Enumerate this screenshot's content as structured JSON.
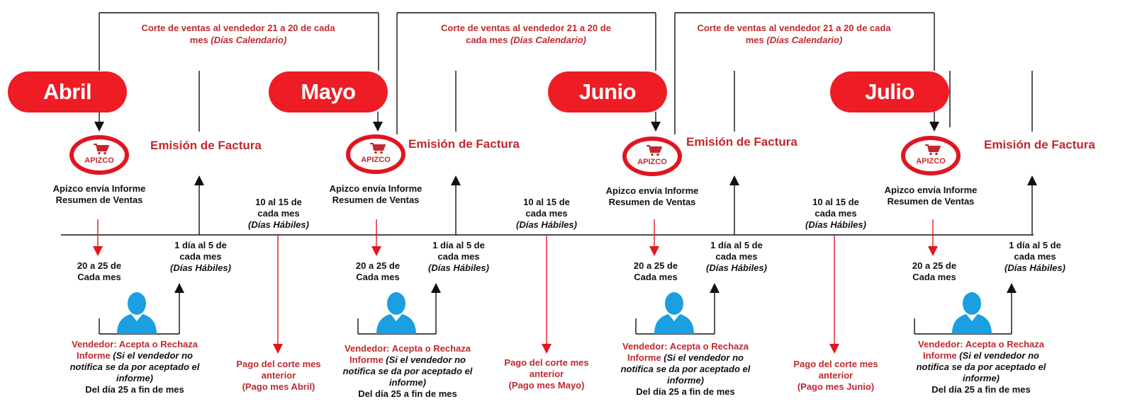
{
  "months": [
    {
      "name": "Abril",
      "corte_line1": "Corte de ventas al vendedor 21 a 20 de cada",
      "corte_line2": "mes",
      "corte_italic": "(Días Calendario)",
      "logo_text": "APIZCO",
      "apizco_line1": "Apizco envía Informe",
      "apizco_line2": "Resumen de Ventas",
      "emision": "Emisión de Factura",
      "dias_2025_line1": "20 a 25 de",
      "dias_2025_line2": "Cada mes",
      "dia1_line1": "1 día  al 5 de",
      "dia1_line2": "cada mes",
      "dia1_italic": "(Días Hábiles)",
      "vend_line1": "Vendedor: Acepta o Rechaza",
      "vend_line2_a": "Informe",
      "vend_line2_b": "(Si el vendedor no",
      "vend_line3": "notifica se da por aceptado el",
      "vend_line4": "informe)",
      "vend_line5": "Del día 25 a fin de mes"
    },
    {
      "name": "Mayo",
      "corte_line1": "Corte de ventas al vendedor 21 a 20 de",
      "corte_line2": "cada mes",
      "corte_italic": "(Días Calendario)",
      "logo_text": "APIZCO",
      "apizco_line1": "Apizco envía Informe",
      "apizco_line2": "Resumen de Ventas",
      "emision": "Emisión de Factura",
      "dias_2025_line1": "20 a 25 de",
      "dias_2025_line2": "Cada mes",
      "dia1_line1": "1 día  al 5 de",
      "dia1_line2": "cada mes",
      "dia1_italic": "(Días Hábiles)",
      "vend_line1": "Vendedor: Acepta o Rechaza",
      "vend_line2_a": "Informe",
      "vend_line2_b": "(Si el vendedor no",
      "vend_line3": "notifica se da por aceptado el",
      "vend_line4": "informe)",
      "vend_line5": "Del día 25 a fin de mes"
    },
    {
      "name": "Junio",
      "corte_line1": "Corte de ventas al vendedor 21 a 20 de cada",
      "corte_line2": "mes",
      "corte_italic": "(Días Calendario)",
      "logo_text": "APIZCO",
      "apizco_line1": "Apizco envía Informe",
      "apizco_line2": "Resumen de Ventas",
      "emision": "Emisión de Factura",
      "dias_2025_line1": "20 a 25 de",
      "dias_2025_line2": "Cada mes",
      "dia1_line1": "1 día  al 5 de",
      "dia1_line2": "cada mes",
      "dia1_italic": "(Días Hábiles)",
      "vend_line1": "Vendedor: Acepta o Rechaza",
      "vend_line2_a": "Informe",
      "vend_line2_b": "(Si el vendedor no",
      "vend_line3": "notifica se da por aceptado el",
      "vend_line4": "informe)",
      "vend_line5": "Del día 25 a fin de mes"
    },
    {
      "name": "Julio",
      "logo_text": "APIZCO",
      "apizco_line1": "Apizco envía Informe",
      "apizco_line2": "Resumen de Ventas",
      "emision": "Emisión de Factura",
      "dias_2025_line1": "20 a 25 de",
      "dias_2025_line2": "Cada mes",
      "dia1_line1": "1 día  al 5 de",
      "dia1_line2": "cada mes",
      "dia1_italic": "(Días Hábiles)",
      "vend_line1": "Vendedor: Acepta o Rechaza",
      "vend_line2_a": "Informe",
      "vend_line2_b": "(Si el vendedor no",
      "vend_line3": "notifica se da por aceptado el",
      "vend_line4": "informe)",
      "vend_line5": "Del día 25 a fin de mes"
    }
  ],
  "payments": [
    {
      "window_line1": "10 al 15 de",
      "window_line2": "cada mes",
      "window_italic": "(Días Hábiles)",
      "pago_line1": "Pago del corte mes",
      "pago_line2": "anterior",
      "pago_line3": "(Pago mes Abril)"
    },
    {
      "window_line1": "10 al 15 de",
      "window_line2": "cada mes",
      "window_italic": "(Días Hábiles)",
      "pago_line1": "Pago del corte mes",
      "pago_line2": "anterior",
      "pago_line3": "(Pago mes Mayo)"
    },
    {
      "window_line1": "10 al 15 de",
      "window_line2": "cada mes",
      "window_italic": "(Días Hábiles)",
      "pago_line1": "Pago del corte mes",
      "pago_line2": "anterior",
      "pago_line3": "(Pago mes Junio)"
    }
  ],
  "colors": {
    "pill_fill": "#ee1c25",
    "text_red": "#c0282e",
    "person_blue": "#1a9fe0",
    "arrow_red": "#e3161e",
    "line_black": "#111111"
  },
  "icons": {
    "logo": "shopping-cart-icon",
    "vendor": "person-silhouette-icon"
  }
}
